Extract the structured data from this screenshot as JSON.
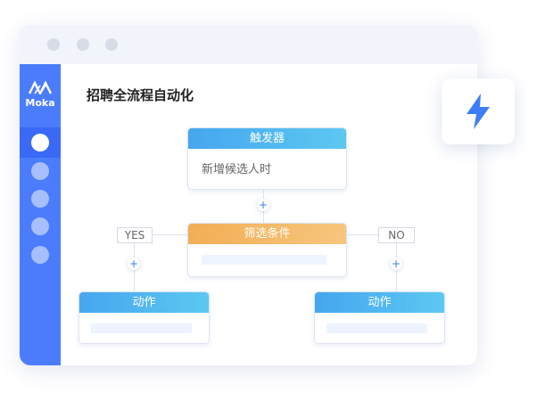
{
  "sidebar": {
    "logo_text": "Moka",
    "items": [
      {
        "state": "active"
      },
      {
        "state": "inactive"
      },
      {
        "state": "inactive"
      },
      {
        "state": "inactive"
      },
      {
        "state": "inactive"
      }
    ]
  },
  "main": {
    "title": "招聘全流程自动化"
  },
  "flow": {
    "trigger": {
      "header": "触发器",
      "value": "新增候选人时"
    },
    "filter": {
      "header": "筛选条件"
    },
    "yes_label": "YES",
    "no_label": "NO",
    "action_left": {
      "header": "动作"
    },
    "action_right": {
      "header": "动作"
    },
    "add_symbol": "+"
  },
  "colors": {
    "sidebar": "#4b7cfb",
    "trigger": "#46a6ef",
    "filter": "#f2ae55",
    "accent": "#3d7ef7"
  }
}
